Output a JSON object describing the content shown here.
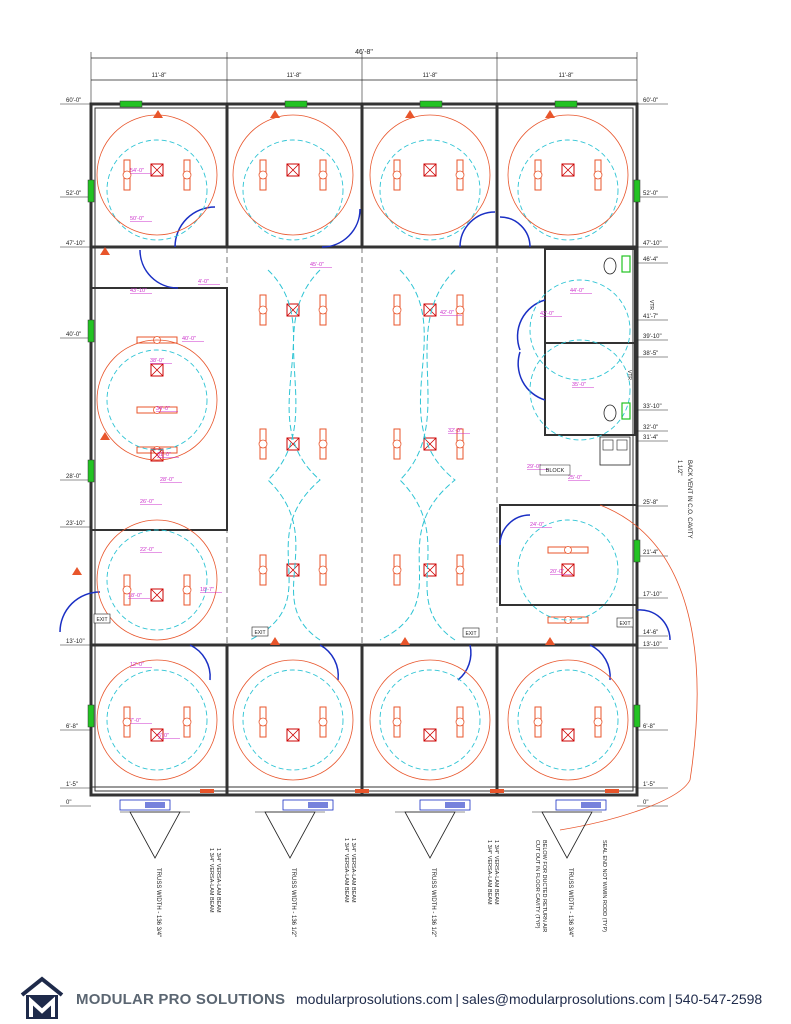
{
  "colors": {
    "wall": "#333333",
    "light": "#e8552b",
    "tag": "#e8552b",
    "circuit": "#e8552b",
    "switch": "#2ec4d4",
    "elev": "#cc33cc",
    "door": "#1a2fc4",
    "window": "#22c322",
    "brand": "#1e2a4a",
    "accent": "#e8552b"
  },
  "plan": {
    "overall_dim": "46'-8\"",
    "bay_dims": [
      "11'-8\"",
      "11'-8\"",
      "11'-8\"",
      "11'-8\""
    ],
    "level_marks": [
      "60'-0\"",
      "52'-0\"",
      "47'-10\"",
      "40'-0\"",
      "28'-0\"",
      "23'-10\"",
      "13'-10\"",
      "6'-8\"",
      "1'-5\"",
      "0\""
    ],
    "right_level_marks": [
      "60'-0\"",
      "52'-0\"",
      "47'-10\"",
      "46'-4\"",
      "41'-7\"",
      "39'-10\"",
      "38'-5\"",
      "33'-10\"",
      "32'-0\"",
      "31'-4\"",
      "25'-8\"",
      "21'-4\"",
      "17'-10\"",
      "14'-6\"",
      "13'-10\"",
      "6'-8\"",
      "1'-5\"",
      "0\""
    ],
    "elevation_tags": [
      "54'-0\"",
      "50'-0\"",
      "43'-10\"",
      "40'-0\"",
      "38'-0\"",
      "34'-0\"",
      "31'-0\"",
      "28'-0\"",
      "26'-0\"",
      "22'-0\"",
      "18'-0\"",
      "18'-7\"",
      "12'-0\"",
      "7'-0\"",
      "5'-0\"",
      "45'-0\"",
      "42'-0\"",
      "44'-0\"",
      "42'-0\"",
      "35'-0\"",
      "32'-0\"",
      "29'-0\"",
      "25'-0\"",
      "24'-0\"",
      "20'-0\"",
      "4'-0\""
    ],
    "labels": {
      "exit": "EXIT",
      "block": "BLOCK",
      "back_vent": "BACK VENT IN C.O. CAVITY",
      "vtr": "VTR",
      "dim_1_5": "1 1/2\""
    },
    "trusses": [
      "TRUSS WIDTH - 136 3/4\"",
      "TRUSS WIDTH - 136 1/2\"",
      "TRUSS WIDTH - 136 1/2\"",
      "TRUSS WIDTH - 136 3/4\""
    ],
    "beam_notes": [
      "1 3/4\" VERSA-LAM BEAM",
      "1 3/4\" VERSA-LAM BEAM",
      "1 3/4\" VERSA-LAM BEAM",
      "1 3/4\" VERSA-LAM BEAM"
    ],
    "other_notes": [
      "CUT OUT IN FLOOR CAVITY (TYP)",
      "BELOW FOR DUCTED RETURN AIR",
      "SEAL END NOT W/MIN RODD (TYP)"
    ]
  },
  "footer": {
    "company": "MODULAR PRO SOLUTIONS",
    "website": "modularprosolutions.com",
    "email": "sales@modularprosolutions.com",
    "phone": "540-547-2598",
    "separator": "|"
  }
}
